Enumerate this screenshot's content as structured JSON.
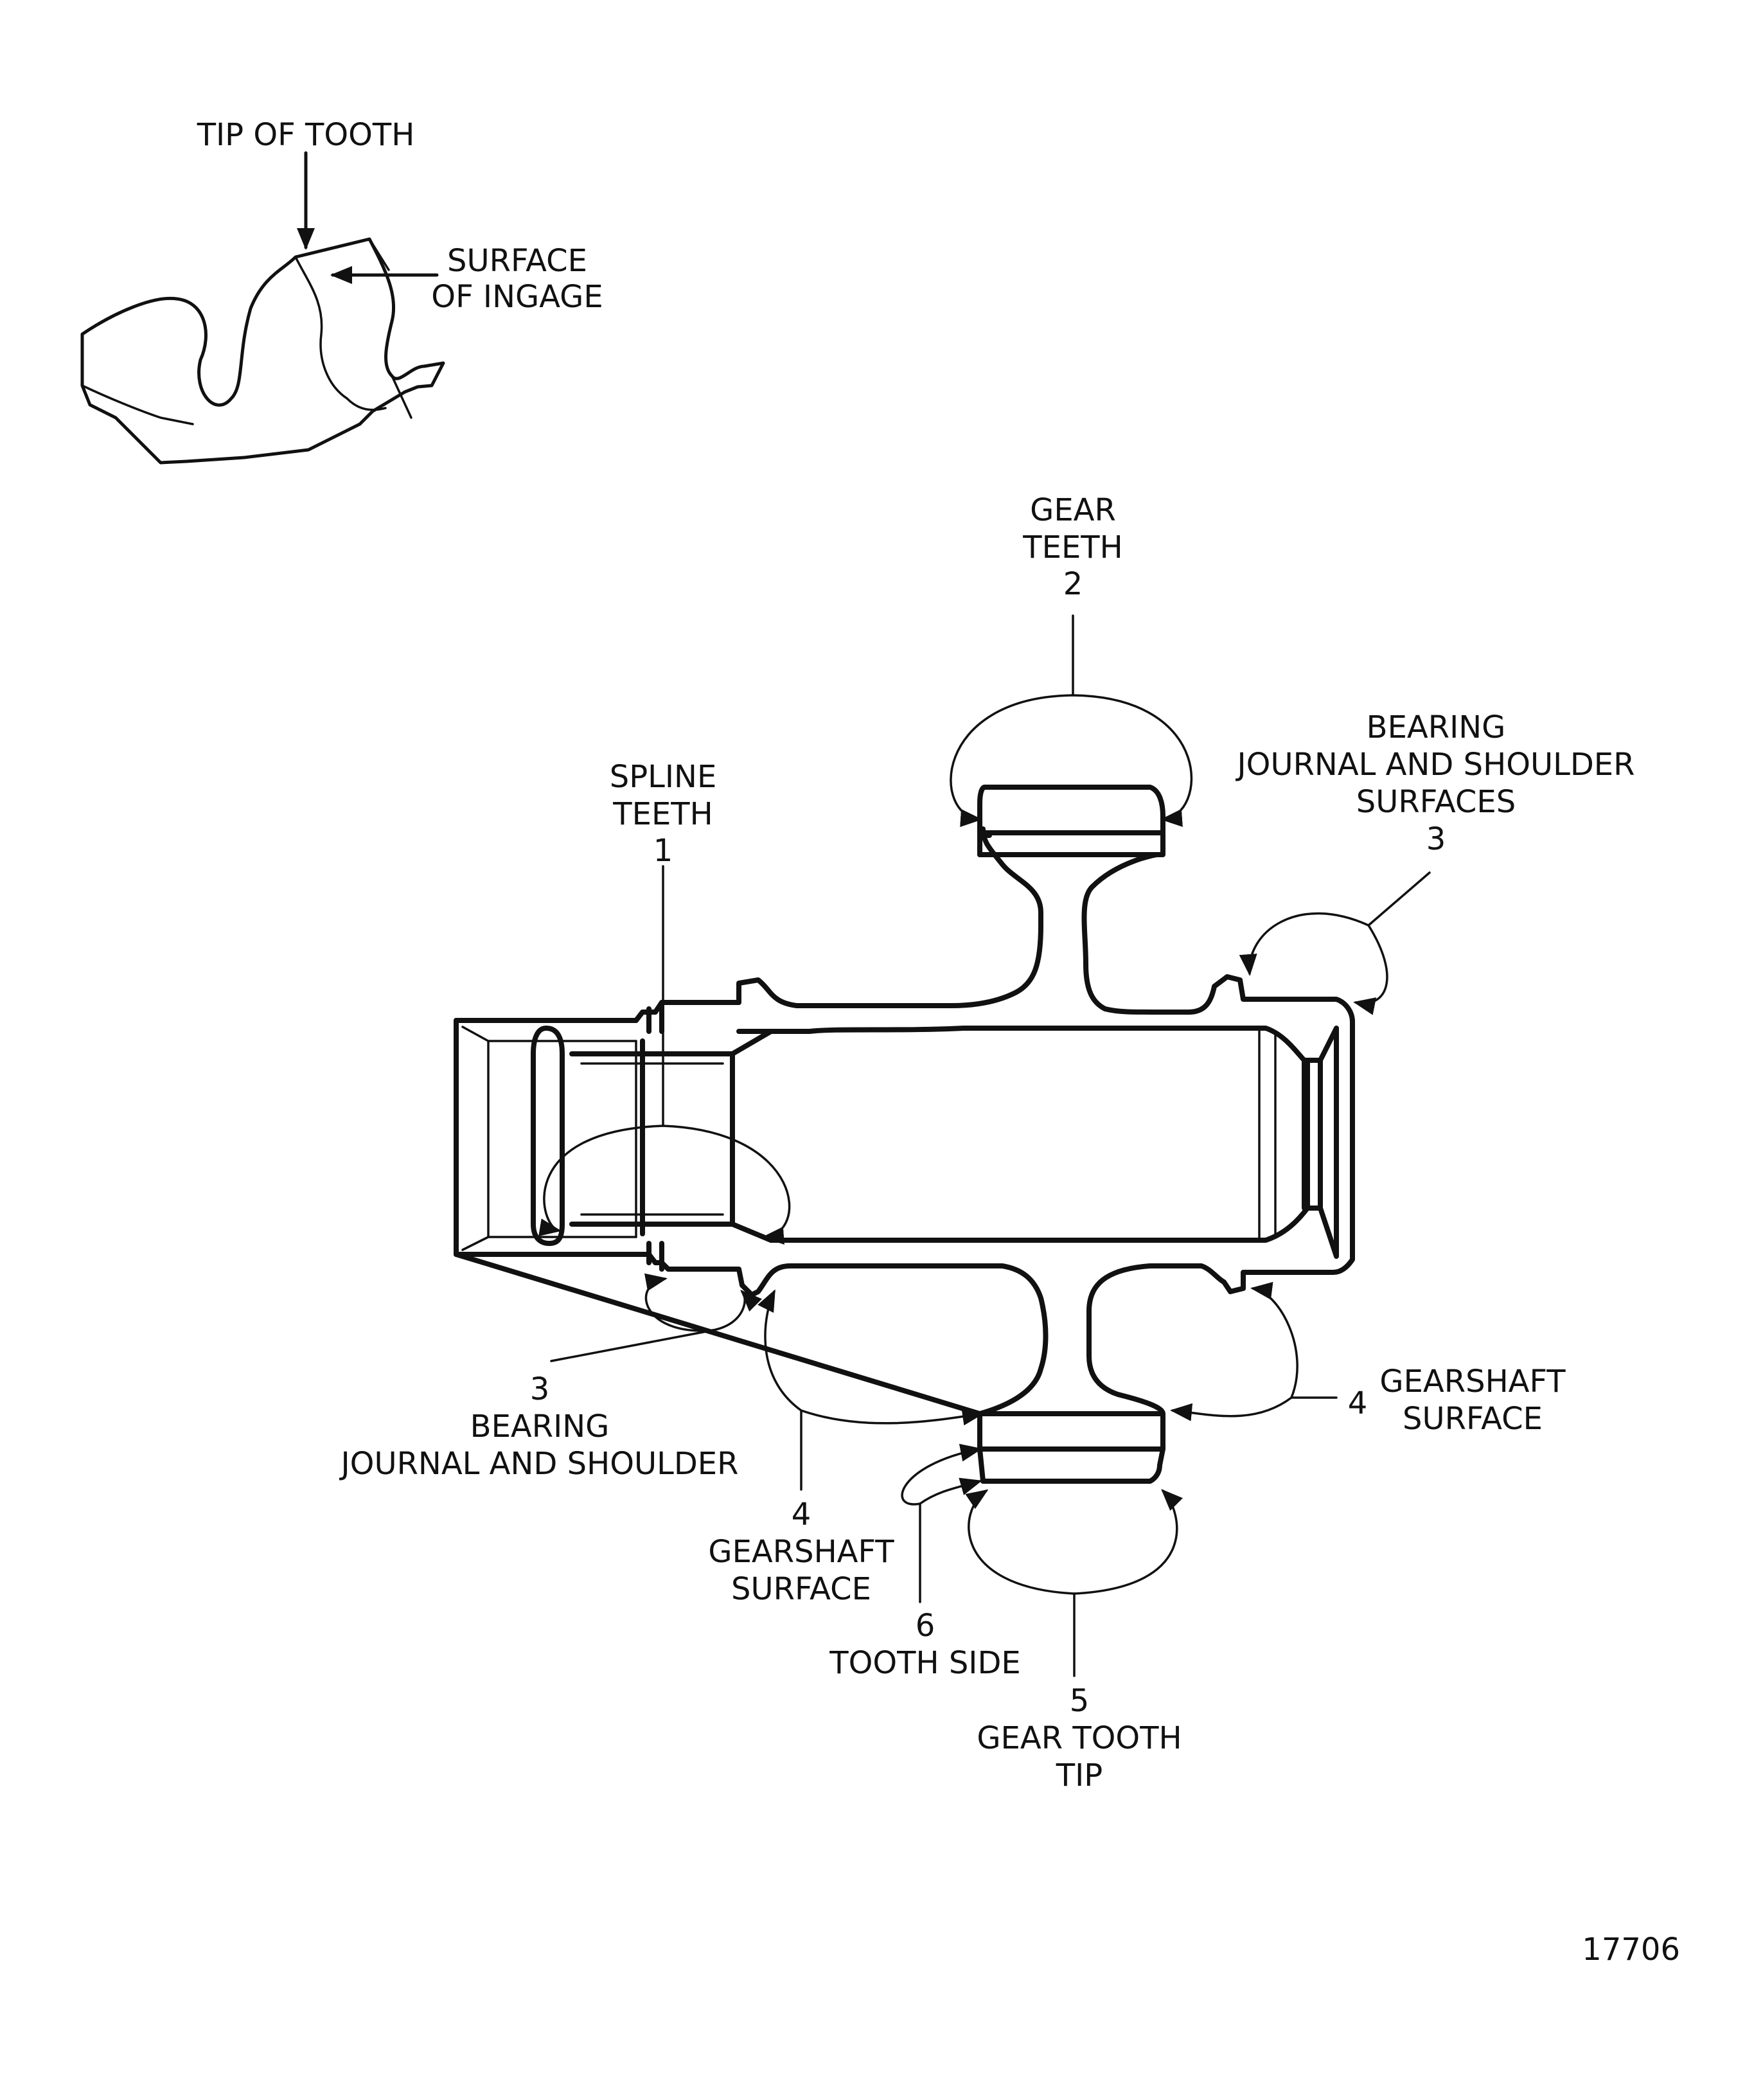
{
  "inset": {
    "tip_label": "TIP OF TOOTH",
    "surface_label": [
      "SURFACE",
      "OF INGAGE"
    ]
  },
  "callouts": {
    "spline_teeth": [
      "SPLINE",
      "TEETH",
      "1"
    ],
    "gear_teeth": [
      "GEAR",
      "TEETH",
      "2"
    ],
    "bearing_right": [
      "BEARING",
      "JOURNAL AND SHOULDER",
      "SURFACES",
      "3"
    ],
    "bearing_left": [
      "3",
      "BEARING",
      "JOURNAL AND SHOULDER"
    ],
    "gearshaft_right_number": "4",
    "gearshaft_right": [
      "GEARSHAFT",
      "SURFACE"
    ],
    "gearshaft_left": [
      "4",
      "GEARSHAFT",
      "SURFACE"
    ],
    "tooth_side": [
      "6",
      "TOOTH SIDE"
    ],
    "gear_tooth_tip": [
      "5",
      "GEAR TOOTH",
      "TIP"
    ]
  },
  "figure_number": "17706"
}
